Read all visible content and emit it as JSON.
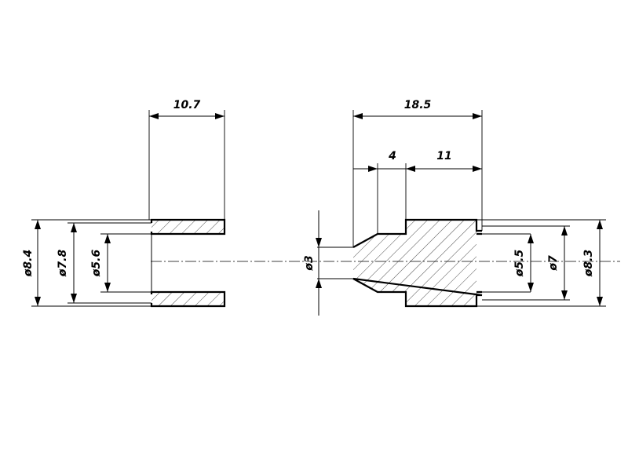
{
  "colors": {
    "line": "#000000",
    "background": "#ffffff"
  },
  "dimensions": {
    "left_length": "10.7",
    "right_length": "18.5",
    "cone_length": "4",
    "bore_length": "11",
    "left_outer_diameter": "ø8.4",
    "left_mid_diameter": "ø7.8",
    "left_bore_diameter": "ø5.6",
    "tip_diameter": "ø3",
    "right_bore_diameter": "ø5.5",
    "right_mid_diameter": "ø7",
    "right_outer_diameter": "ø8.3"
  }
}
